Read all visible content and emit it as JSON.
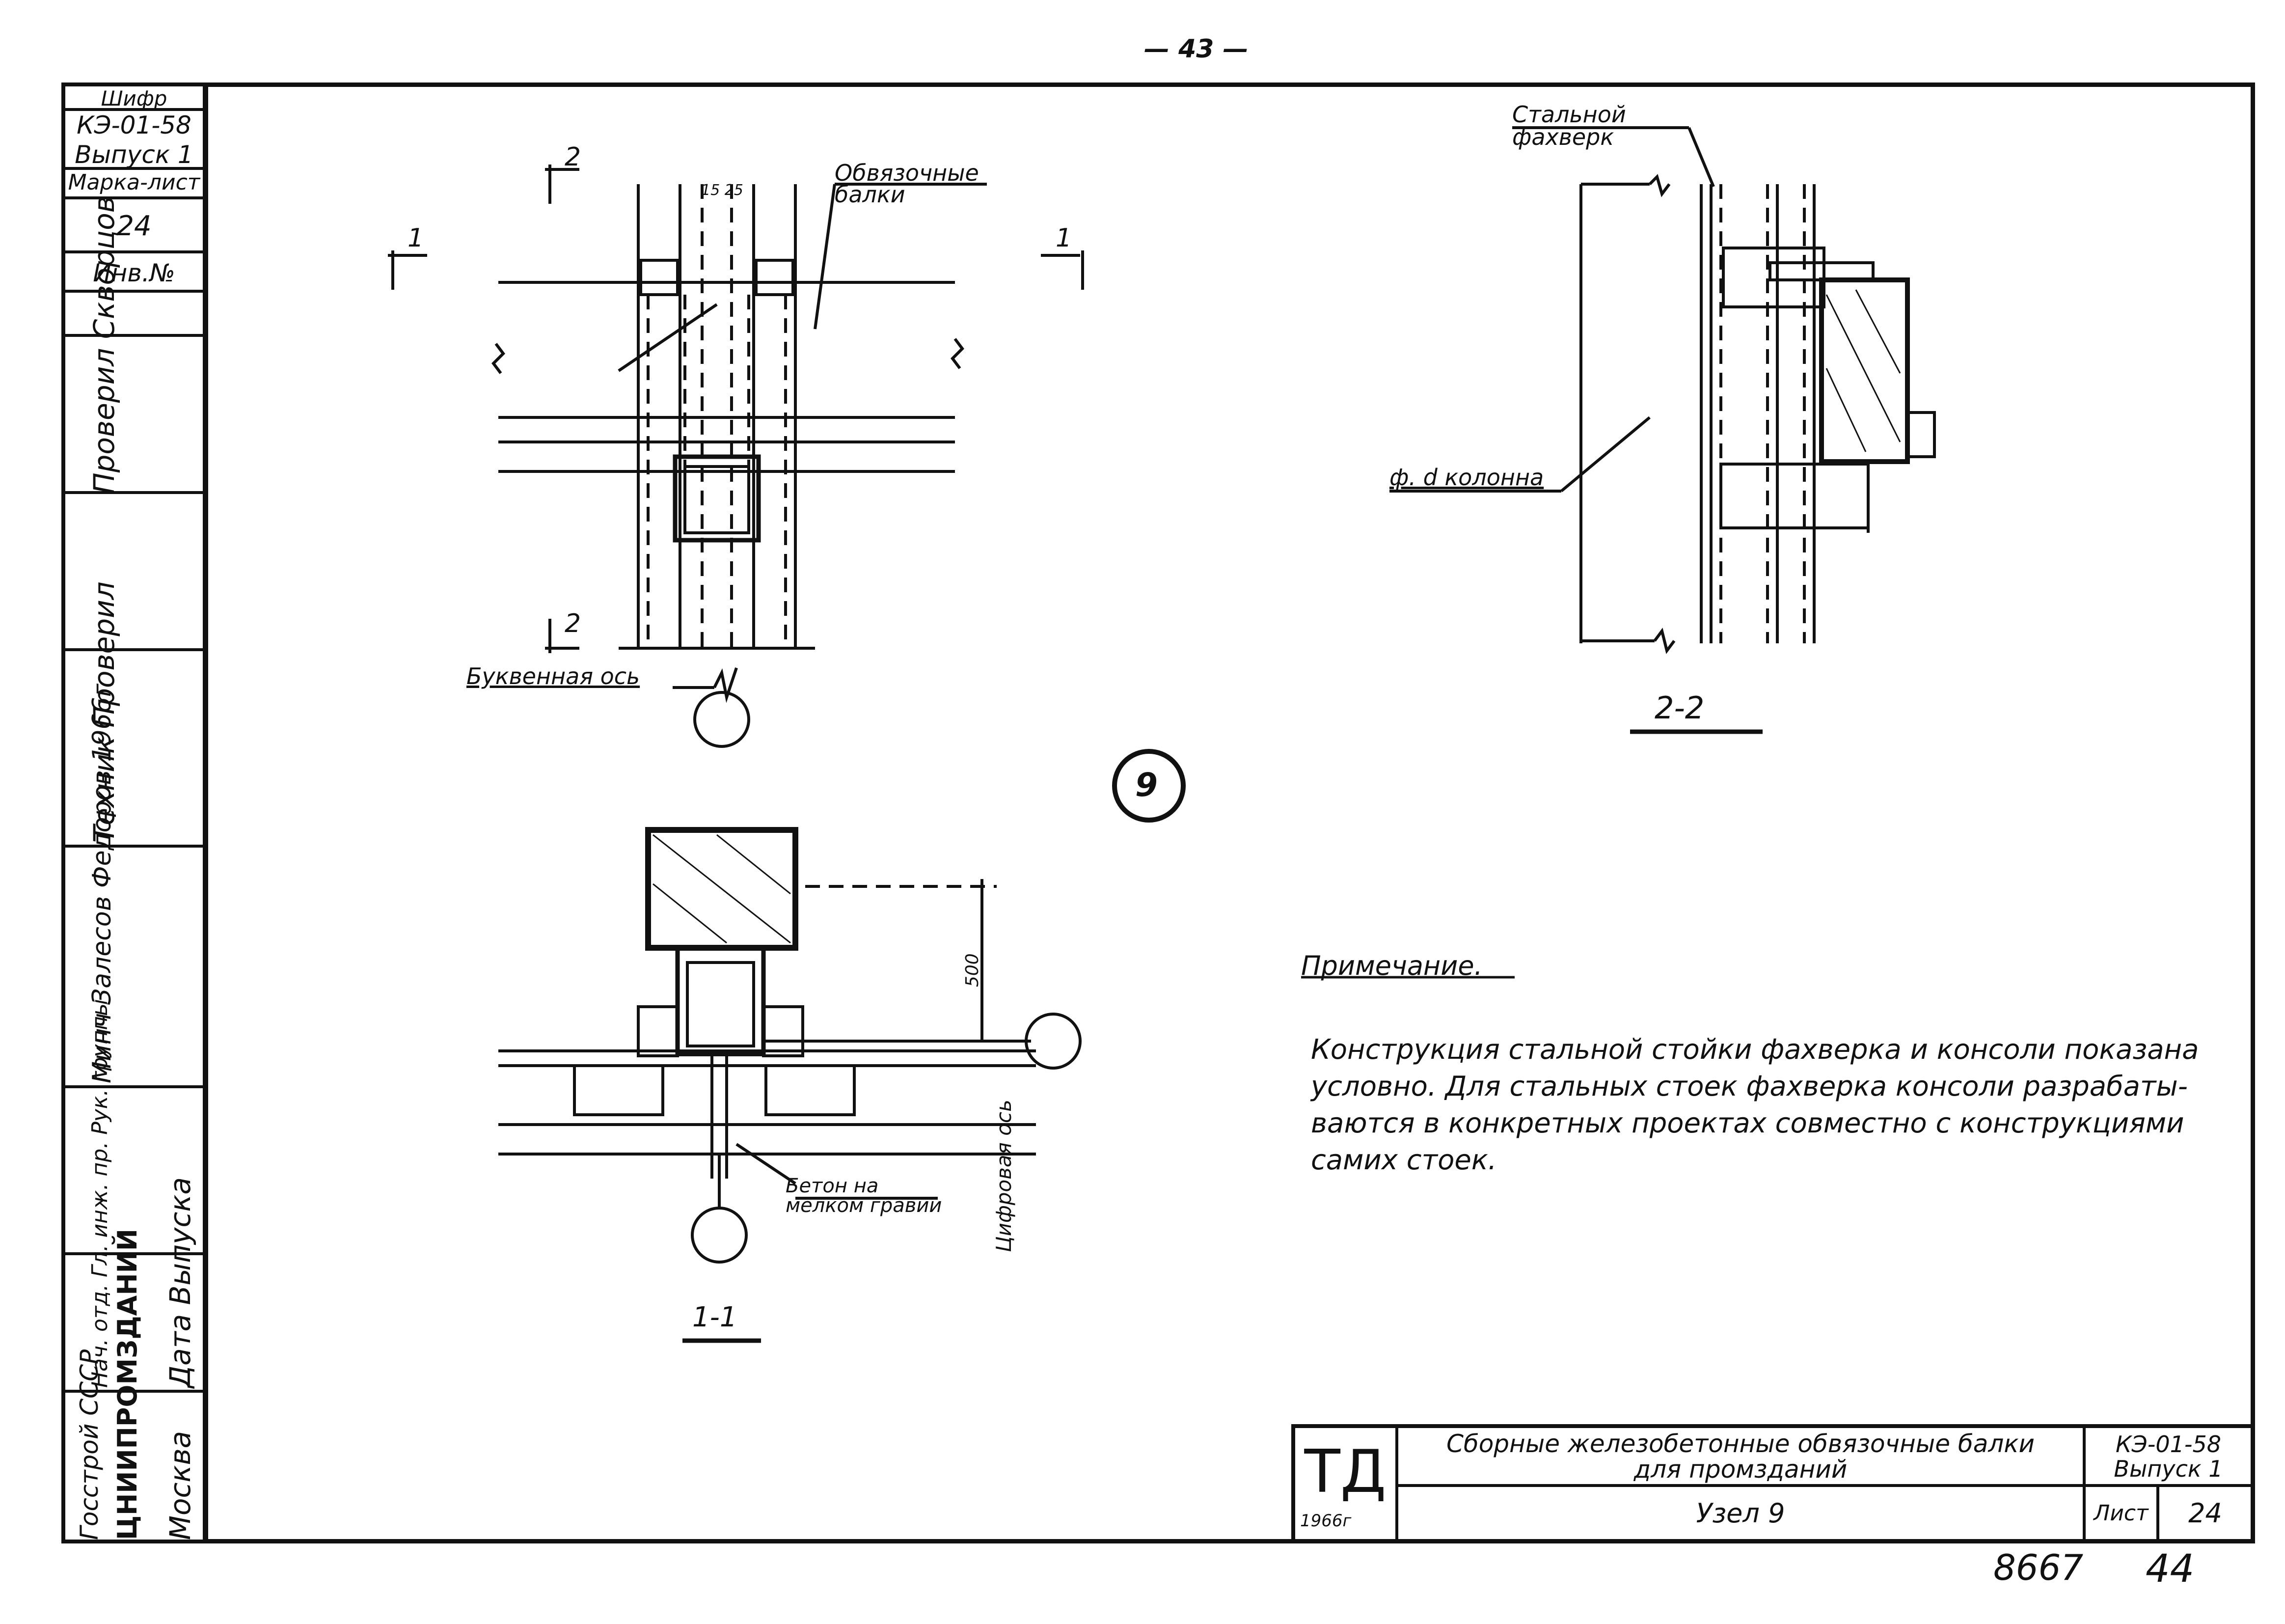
{
  "page_number": "— 43 —",
  "stamp": {
    "shifr_label": "Шифр",
    "shifr_value": "КЭ-01-58",
    "issue": "Выпуск 1",
    "mark_sheet_label": "Марка-лист",
    "mark_sheet_value": "24",
    "inv_label": "Инв.№",
    "signatures": [
      "Проверил Скворцов",
      "Техник Проверил",
      "Нач. отд. Гл. инж. пр. Рук. группы",
      "Минч Залесов Федоров 1966г",
      "Дата Выпуска"
    ],
    "org1": "Госстрой СССР",
    "org2": "ЦНИИПРОМЗДАНИЙ",
    "city": "Москва"
  },
  "drawing": {
    "label_tie_beams": "Обвязочные балки",
    "label_letter_axis": "Буквенная ось",
    "label_steel_post": "Стальной фахверк",
    "label_column_axis": "ф. d колонна",
    "label_concrete": "Бетон на мелком гравии",
    "label_digit_axis": "Цифровая ось",
    "dim_500": "500",
    "dim_top": "15 25",
    "section_1": "1",
    "section_2": "2",
    "section_1_1": "1-1",
    "section_2_2": "2-2",
    "node_marker": "9"
  },
  "note": {
    "title": "Примечание.",
    "lines": [
      "Конструкция стальной стойки фахверка и консоли показана",
      "условно. Для стальных стоек фахверка консоли разрабаты-",
      "ваются в конкретных проектах совместно с конструкциями",
      "самих стоек."
    ]
  },
  "title_block": {
    "logo": "ТД",
    "year": "1966г",
    "title_line1": "Сборные железобетонные обвязочные балки",
    "title_line2": "для промзданий",
    "node": "Узел 9",
    "code": "КЭ-01-58",
    "issue": "Выпуск 1",
    "sheet_label": "Лист",
    "sheet_value": "24"
  },
  "footer": {
    "archive_number": "8667",
    "page": "44"
  }
}
